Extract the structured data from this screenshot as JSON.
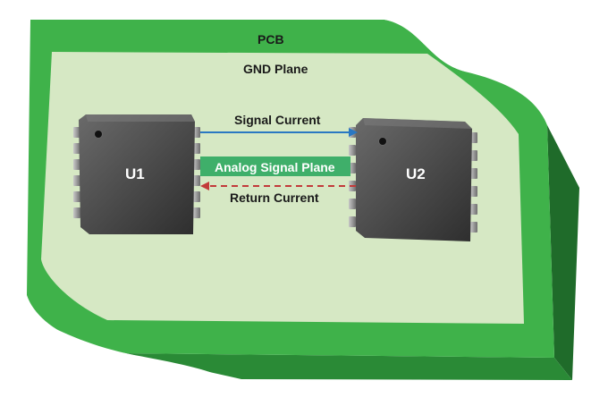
{
  "diagram": {
    "pcb_label": "PCB",
    "gnd_plane_label": "GND Plane",
    "chip_left_label": "U1",
    "chip_right_label": "U2",
    "signal_current_label": "Signal Current",
    "analog_signal_plane_label": "Analog Signal Plane",
    "return_current_label": "Return Current"
  },
  "colors": {
    "pcb_green": "#3fb24a",
    "pcb_dark_edge": "#1f6b2a",
    "gnd_plane_fill": "#d6e8c4",
    "chip_body": "#4a4a4a",
    "chip_pins": "#9a9a9a",
    "signal_arrow": "#2a78c2",
    "return_arrow": "#c23a3a",
    "analog_plane": "#3faf6a"
  }
}
